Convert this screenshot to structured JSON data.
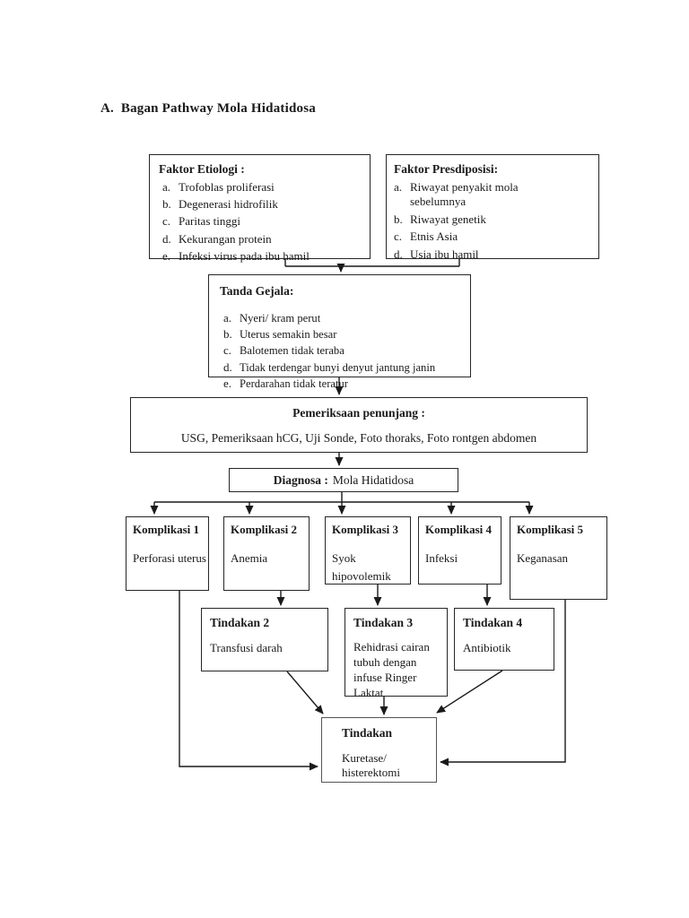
{
  "title": "A.  Bagan Pathway Mola Hidatidosa",
  "etiologi": {
    "heading": "Faktor Etiologi :",
    "items": [
      {
        "n": "a.",
        "t": "Trofoblas proliferasi"
      },
      {
        "n": "b.",
        "t": "Degenerasi hidrofilik"
      },
      {
        "n": "c.",
        "t": "Paritas tinggi"
      },
      {
        "n": "d.",
        "t": "Kekurangan protein"
      },
      {
        "n": "e.",
        "t": "Infeksi virus pada ibu hamil"
      }
    ]
  },
  "presdiposisi": {
    "heading": "Faktor Presdiposisi:",
    "items": [
      {
        "n": "a.",
        "t": "Riwayat penyakit mola sebelumnya"
      },
      {
        "n": "b.",
        "t": "Riwayat genetik"
      },
      {
        "n": "c.",
        "t": "Etnis Asia"
      },
      {
        "n": "d.",
        "t": "Usia ibu hamil"
      }
    ]
  },
  "tanda_gejala": {
    "heading": "Tanda Gejala:",
    "items": [
      {
        "n": "a.",
        "t": "Nyeri/ kram perut"
      },
      {
        "n": "b.",
        "t": "Uterus semakin besar"
      },
      {
        "n": "c.",
        "t": "Balotemen tidak teraba"
      },
      {
        "n": "d.",
        "t": "Tidak terdengar bunyi denyut jantung janin"
      },
      {
        "n": "e.",
        "t": "Perdarahan tidak teratur"
      }
    ]
  },
  "pemeriksaan": {
    "heading": "Pemeriksaan penunjang :",
    "body": "USG, Pemeriksaan hCG, Uji Sonde, Foto thoraks, Foto rontgen abdomen"
  },
  "diagnosa": {
    "label": "Diagnosa :",
    "value": "Mola Hidatidosa"
  },
  "komplikasi": [
    {
      "heading": "Komplikasi 1",
      "body": "Perforasi uterus"
    },
    {
      "heading": "Komplikasi 2",
      "body": "Anemia"
    },
    {
      "heading": "Komplikasi 3",
      "body": "Syok hipovolemik"
    },
    {
      "heading": "Komplikasi 4",
      "body": "Infeksi"
    },
    {
      "heading": "Komplikasi 5",
      "body": "Keganasan"
    }
  ],
  "tindakan": [
    {
      "heading": "Tindakan 2",
      "body": "Transfusi darah"
    },
    {
      "heading": "Tindakan 3",
      "body": "Rehidrasi cairan tubuh dengan infuse Ringer Laktat"
    },
    {
      "heading": "Tindakan 4",
      "body": "Antibiotik"
    }
  ],
  "tindakan_final": {
    "heading": "Tindakan",
    "body": "Kuretase/ histerektomi"
  },
  "colors": {
    "ink": "#1a1a1a",
    "box_border": "#262626",
    "page_bg": "#ffffff"
  }
}
